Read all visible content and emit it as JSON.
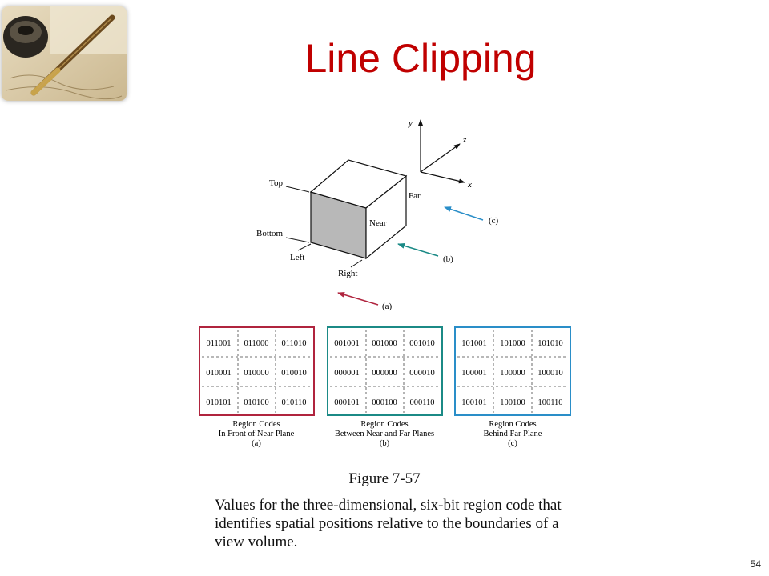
{
  "slide": {
    "title": "Line Clipping",
    "page_number": "54"
  },
  "axes": {
    "y": "y",
    "z": "z",
    "x": "x"
  },
  "cube_labels": {
    "top": "Top",
    "bottom": "Bottom",
    "left": "Left",
    "right": "Right",
    "near": "Near",
    "far": "Far"
  },
  "view_arrows": [
    {
      "label": "(a)",
      "color": "#b0243e"
    },
    {
      "label": "(b)",
      "color": "#1b8a86"
    },
    {
      "label": "(c)",
      "color": "#2a8ec8"
    }
  ],
  "region_grids": [
    {
      "color": "#b0243e",
      "codes": [
        [
          "011001",
          "011000",
          "011010"
        ],
        [
          "010001",
          "010000",
          "010010"
        ],
        [
          "010101",
          "010100",
          "010110"
        ]
      ],
      "caption": [
        "Region Codes",
        "In Front of Near Plane",
        "(a)"
      ]
    },
    {
      "color": "#1b8a86",
      "codes": [
        [
          "001001",
          "001000",
          "001010"
        ],
        [
          "000001",
          "000000",
          "000010"
        ],
        [
          "000101",
          "000100",
          "000110"
        ]
      ],
      "caption": [
        "Region Codes",
        "Between Near and Far Planes",
        "(b)"
      ]
    },
    {
      "color": "#2a8ec8",
      "codes": [
        [
          "101001",
          "101000",
          "101010"
        ],
        [
          "100001",
          "100000",
          "100010"
        ],
        [
          "100101",
          "100100",
          "100110"
        ]
      ],
      "caption": [
        "Region Codes",
        "Behind Far Plane",
        "(c)"
      ]
    }
  ],
  "figure_label": "Figure 7-57",
  "caption_lines": [
    "Values for the three-dimensional, six-bit region code that",
    "identifies spatial positions relative to the boundaries of a",
    "view volume."
  ]
}
